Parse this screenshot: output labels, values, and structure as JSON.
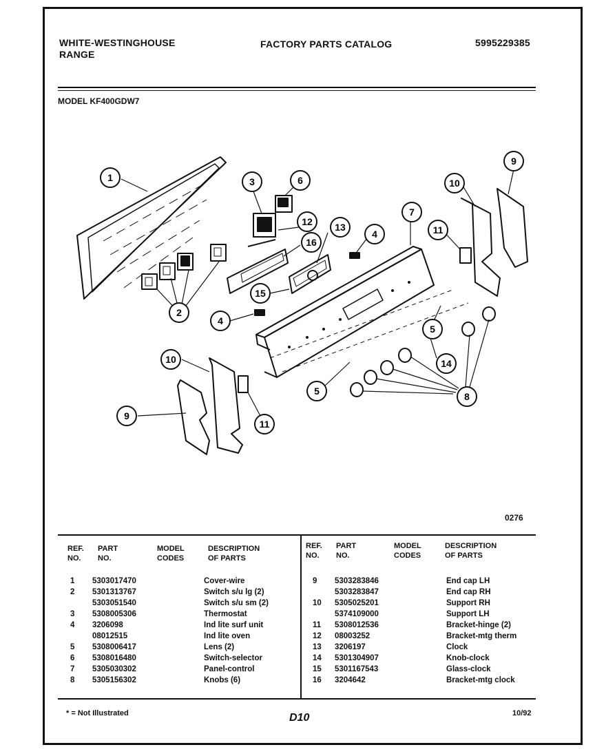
{
  "header": {
    "brand_line1": "WHITE-WESTINGHOUSE",
    "brand_line2": "RANGE",
    "catalog_title": "FACTORY PARTS CATALOG",
    "catalog_number": "5995229385"
  },
  "model_label": "MODEL KF400GDW7",
  "diagram": {
    "callouts": [
      "1",
      "2",
      "3",
      "4",
      "4",
      "5",
      "5",
      "6",
      "7",
      "8",
      "9",
      "9",
      "10",
      "10",
      "11",
      "11",
      "12",
      "13",
      "14",
      "15",
      "16"
    ],
    "drawing_code": "0276"
  },
  "table": {
    "headers": {
      "ref_no": [
        "REF.",
        "NO."
      ],
      "part_no": [
        "PART",
        "NO."
      ],
      "model_codes": [
        "MODEL",
        "CODES"
      ],
      "description": [
        "DESCRIPTION",
        "OF PARTS"
      ]
    },
    "left_rows": [
      {
        "ref": "1",
        "part": "5303017470",
        "desc": "Cover-wire"
      },
      {
        "ref": "2",
        "part": "5301313767",
        "desc": "Switch s/u lg (2)"
      },
      {
        "ref": "",
        "part": "5303051540",
        "desc": "Switch s/u sm (2)"
      },
      {
        "ref": "3",
        "part": "5308005306",
        "desc": "Thermostat"
      },
      {
        "ref": "4",
        "part": "3206098",
        "desc": "Ind lite surf unit"
      },
      {
        "ref": "",
        "part": "08012515",
        "desc": "Ind lite oven"
      },
      {
        "ref": "5",
        "part": "5308006417",
        "desc": "Lens (2)"
      },
      {
        "ref": "6",
        "part": "5308016480",
        "desc": "Switch-selector"
      },
      {
        "ref": "7",
        "part": "5305030302",
        "desc": "Panel-control"
      },
      {
        "ref": "8",
        "part": "5305156302",
        "desc": "Knobs (6)"
      }
    ],
    "right_rows": [
      {
        "ref": "9",
        "part": "5303283846",
        "desc": "End cap LH"
      },
      {
        "ref": "",
        "part": "5303283847",
        "desc": "End cap RH"
      },
      {
        "ref": "10",
        "part": "5305025201",
        "desc": "Support RH"
      },
      {
        "ref": "",
        "part": "5374109000",
        "desc": "Support LH"
      },
      {
        "ref": "11",
        "part": "5308012536",
        "desc": "Bracket-hinge (2)"
      },
      {
        "ref": "12",
        "part": "08003252",
        "desc": "Bracket-mtg therm"
      },
      {
        "ref": "13",
        "part": "3206197",
        "desc": "Clock"
      },
      {
        "ref": "14",
        "part": "5301304907",
        "desc": "Knob-clock"
      },
      {
        "ref": "15",
        "part": "5301167543",
        "desc": "Glass-clock"
      },
      {
        "ref": "16",
        "part": "3204642",
        "desc": "Bracket-mtg clock"
      }
    ]
  },
  "footer": {
    "footnote": "* = Not Illustrated",
    "page": "D10",
    "date": "10/92"
  }
}
